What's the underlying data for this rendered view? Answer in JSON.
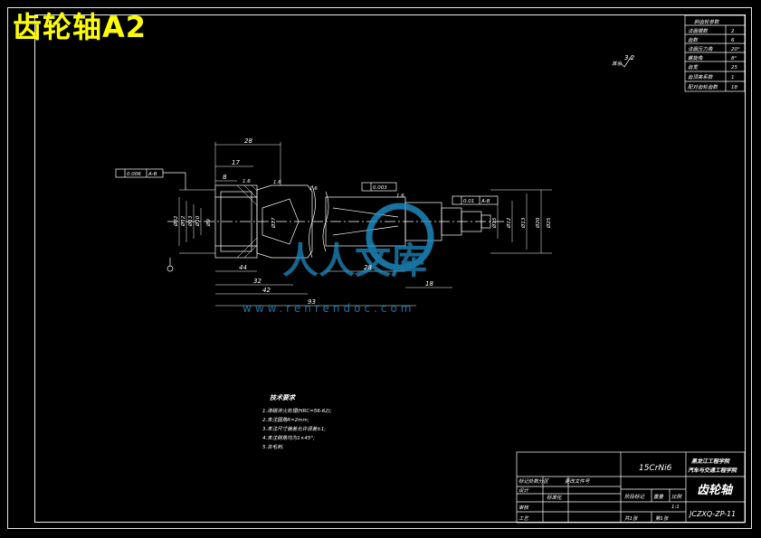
{
  "title": "齿轮轴A2",
  "colors": {
    "title": "#ffff00",
    "lines": "#ffffff",
    "watermark": "#1e90c8",
    "background": "#000000"
  },
  "gear_params": {
    "heading": "斜齿轮参数",
    "rows": [
      {
        "name": "法面模数",
        "value": "2"
      },
      {
        "name": "齿数",
        "value": "6"
      },
      {
        "name": "法面压力角",
        "value": "20°"
      },
      {
        "name": "螺旋角",
        "value": "8°"
      },
      {
        "name": "齿宽",
        "value": "25"
      },
      {
        "name": "齿顶高系数",
        "value": "1"
      },
      {
        "name": "配对齿轮齿数",
        "value": "18"
      }
    ]
  },
  "roughness": {
    "label": "其余",
    "value": "3.2"
  },
  "dimensions": {
    "top": [
      "28",
      "17",
      "8",
      "1.6",
      "1.6",
      "1.6",
      "1.6"
    ],
    "bottom": [
      "44",
      "32",
      "42",
      "93",
      "28",
      "18"
    ],
    "diameters_left": [
      "Ø32",
      "Ø12",
      "Ø13",
      "Ø10",
      "Ø9",
      "Ø17"
    ],
    "diameters_right": [
      "Ø15",
      "Ø12",
      "Ø13",
      "Ø20",
      "Ø25"
    ],
    "tolerances": [
      "0.006",
      "A-B",
      "0.003",
      "0.01",
      "A-B"
    ]
  },
  "tech_requirements": {
    "heading": "技术要求",
    "items": [
      "1.渗碳淬火处理(HRC=56-62);",
      "2.未注圆角R=2mm;",
      "3.未注尺寸偏差允许误差±1;",
      "4.未注倒角均为1×45°;",
      "5.去毛刺."
    ]
  },
  "title_block": {
    "material": "15CrNi6",
    "school_line1": "黑龙江工程学院",
    "school_line2": "汽车与交通工程学院",
    "part_name": "齿轮轴",
    "drawing_no": "JCZXQ-ZP-11",
    "labels": [
      "标记处数分区",
      "更改文件号",
      "设计",
      "标准化",
      "审核",
      "工艺",
      "阶段标记",
      "重量",
      "比例",
      "共1张",
      "第1张"
    ],
    "scale": "1:1"
  },
  "watermark": {
    "text": "人人文库",
    "url": "www.renrendoc.com"
  }
}
